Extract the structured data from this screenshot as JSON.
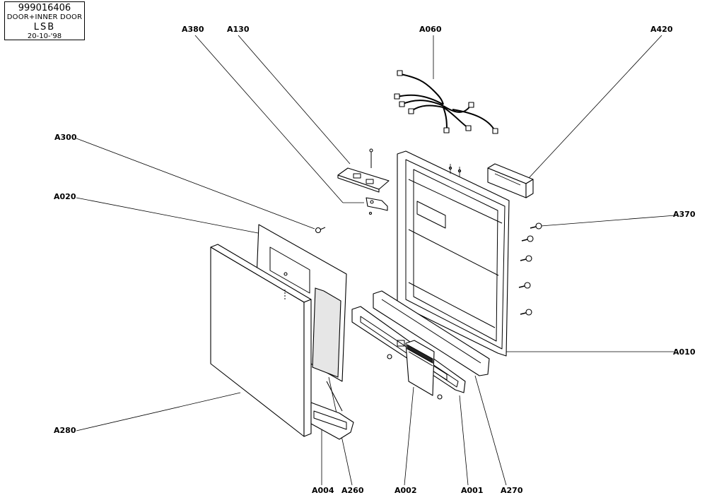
{
  "title_block": {
    "code": "999016406",
    "name": "DOOR+INNER DOOR",
    "variant": "LSB",
    "date": "20-10-'98"
  },
  "callouts": {
    "a380": "A380",
    "a130": "A130",
    "a060": "A060",
    "a420": "A420",
    "a300": "A300",
    "a020": "A020",
    "a370": "A370",
    "a010": "A010",
    "a280": "A280",
    "a004": "A004",
    "a260": "A260",
    "a002": "A002",
    "a001": "A001",
    "a270": "A270"
  }
}
